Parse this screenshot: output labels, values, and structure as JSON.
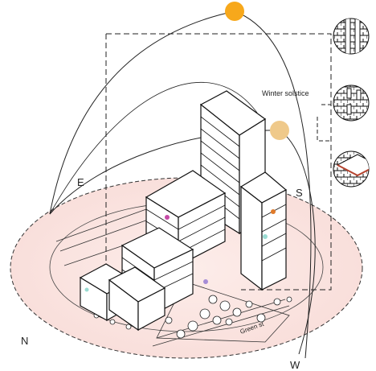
{
  "labels": {
    "north": "N",
    "east": "E",
    "south": "S",
    "west": "W",
    "winter": "Winter solstice",
    "street": "Green st"
  },
  "colors": {
    "summer_sun": "#F7A81B",
    "winter_sun": "#EFC98A",
    "ground_tint": "#FBE3E0",
    "line": "#111111"
  },
  "icons": [
    "summer-sun-icon",
    "winter-sun-icon",
    "facade-detail-1-icon",
    "facade-detail-2-icon",
    "facade-detail-3-icon"
  ]
}
